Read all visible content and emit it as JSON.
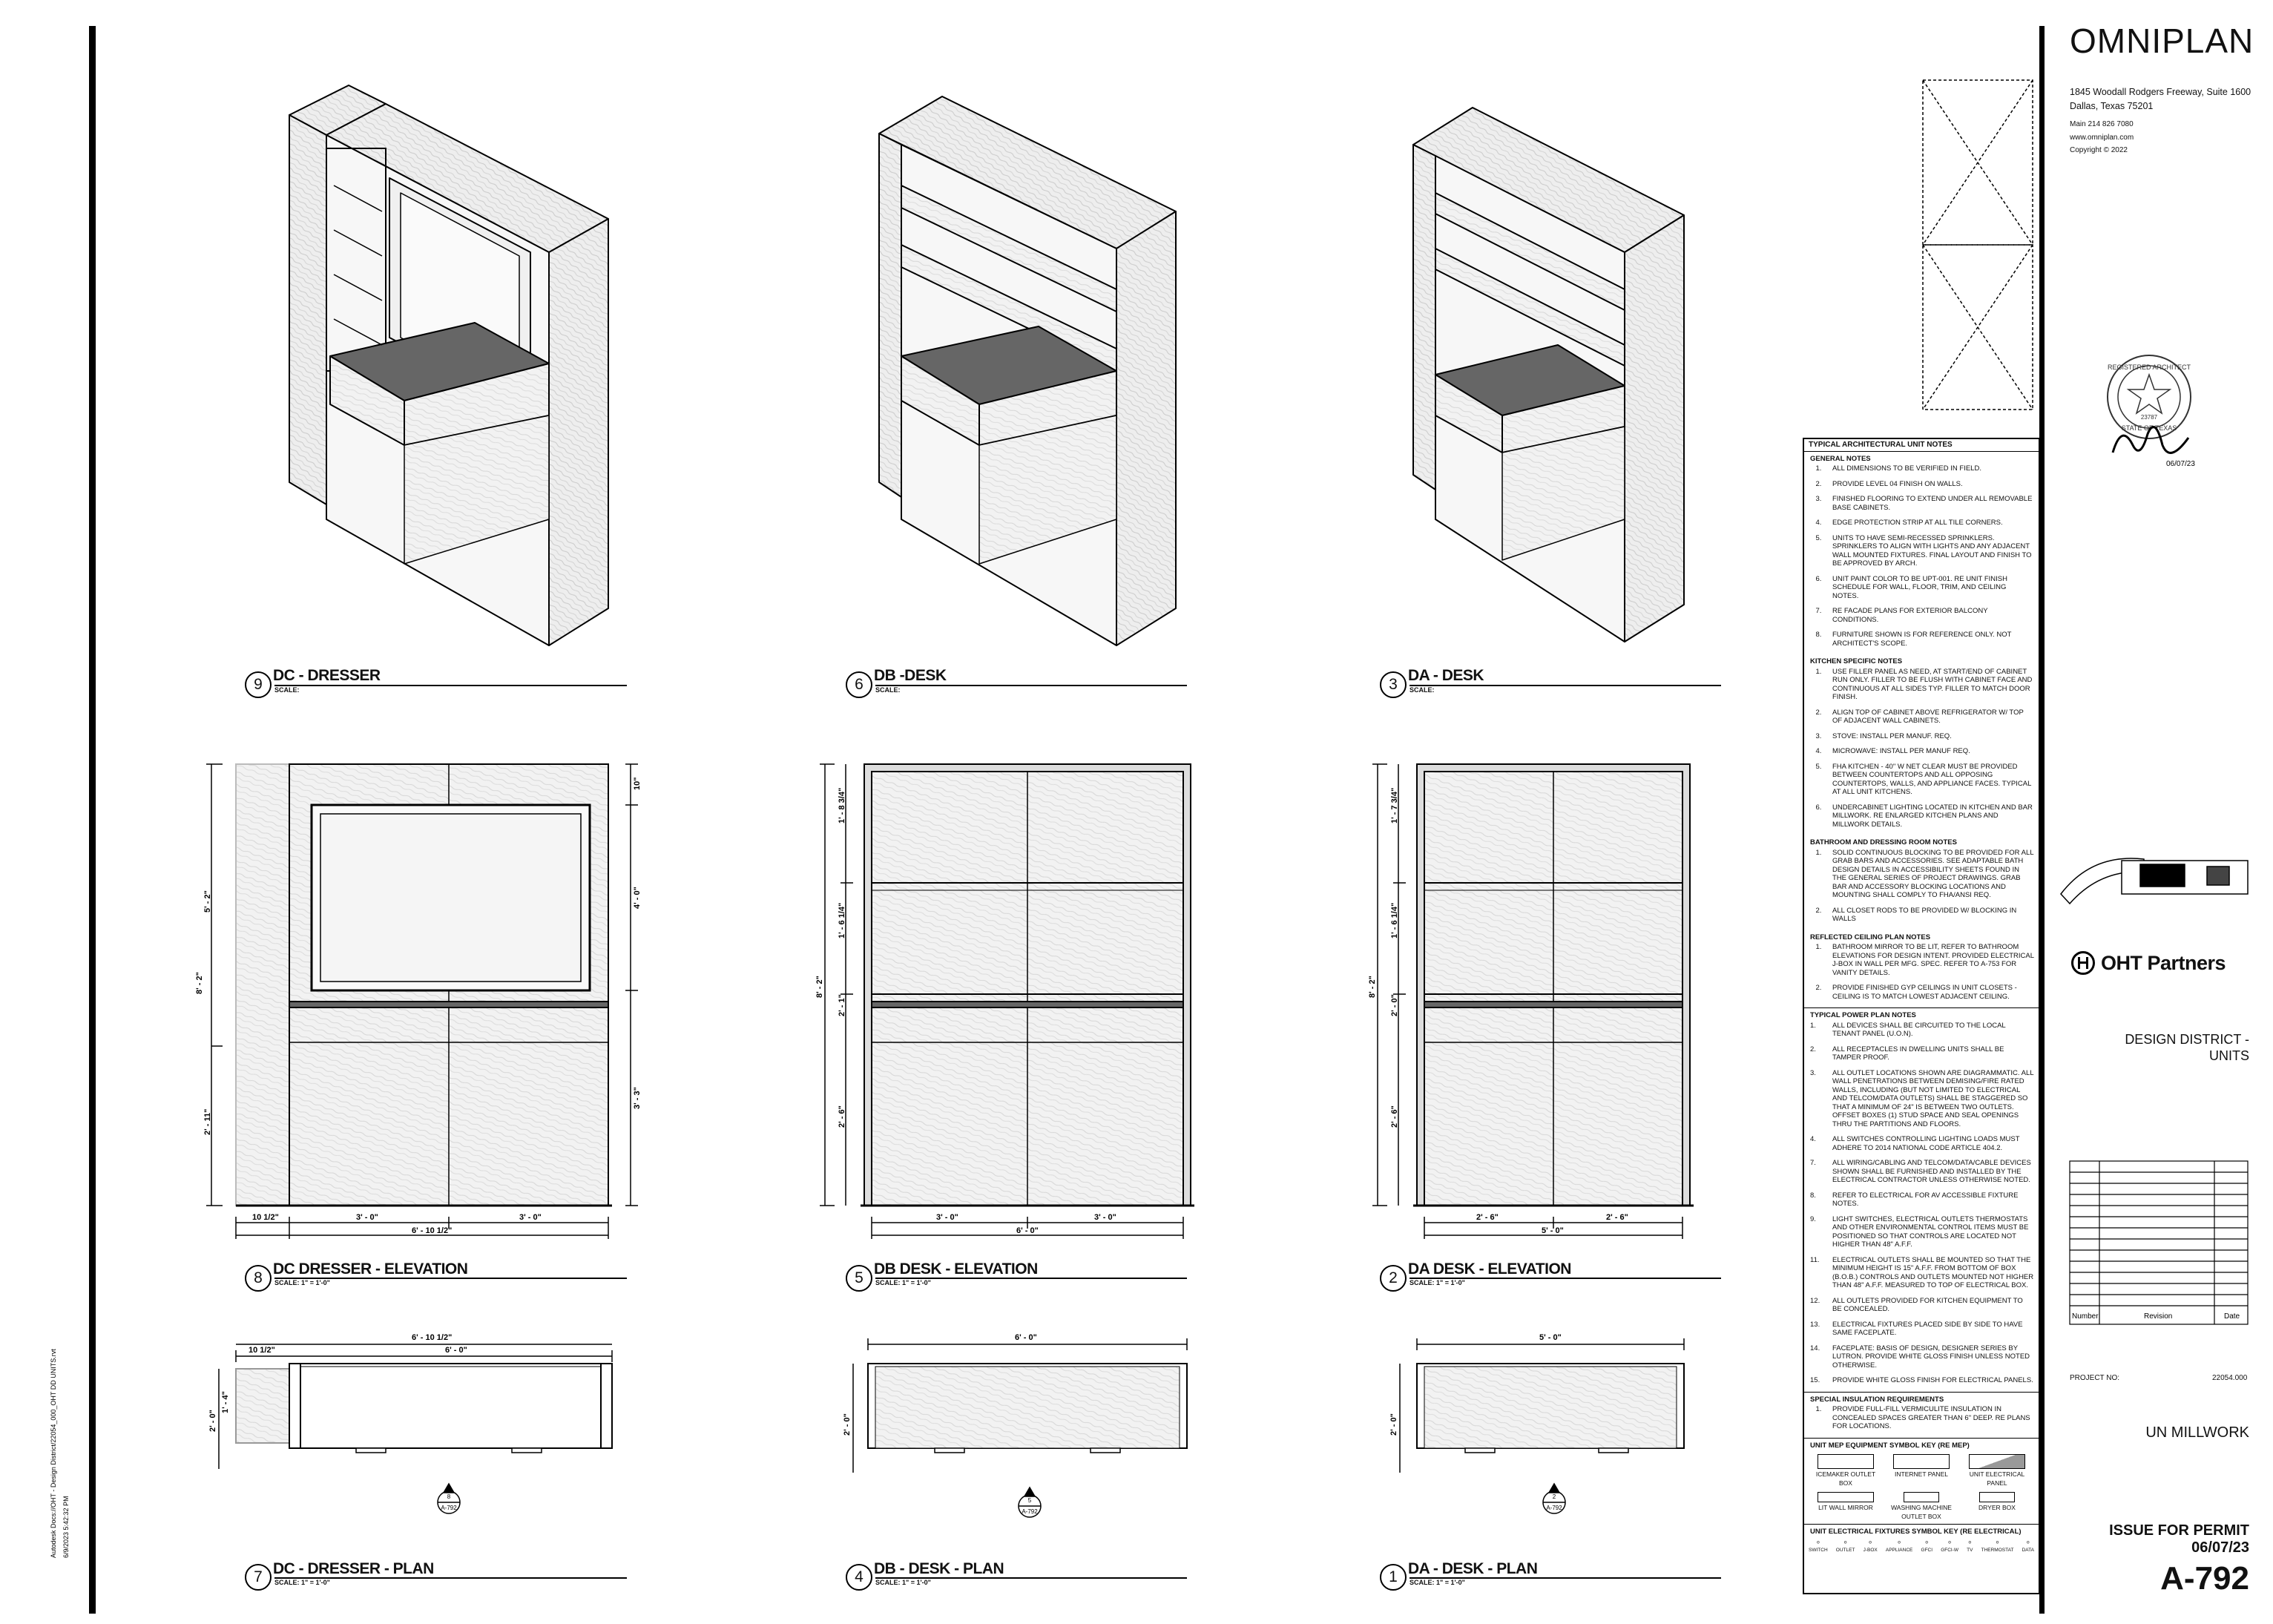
{
  "firm": {
    "name": "OMNIPLAN",
    "address_line1": "1845 Woodall Rodgers Freeway, Suite 1600",
    "address_line2": "Dallas, Texas 75201",
    "phone": "Main 214 826 7080",
    "web": "www.omniplan.com",
    "copyright": "Copyright © 2022"
  },
  "seal": {
    "text_top": "REGISTERED ARCHITECT",
    "text_bottom": "STATE OF TEXAS",
    "number": "23787",
    "date": "06/07/23"
  },
  "client": "OHT Partners",
  "project": {
    "name_line1": "DESIGN DISTRICT -",
    "name_line2": "UNITS",
    "number_label": "PROJECT NO:",
    "number": "22054.000"
  },
  "revision_table": {
    "headers": [
      "Number",
      "Revision",
      "Date"
    ]
  },
  "sheet": {
    "title": "UN MILLWORK",
    "issue": "ISSUE FOR PERMIT",
    "issue_date": "06/07/23",
    "number": "A-792"
  },
  "side_text": {
    "line1": "Autodesk Docs://OHT - Design District/22054_000_OHT DD UNITS.rvt",
    "line2": "6/9/2023 5:42:32 PM"
  },
  "views": {
    "v9": {
      "num": "9",
      "title": "DC - DRESSER",
      "scale": "SCALE:"
    },
    "v6": {
      "num": "6",
      "title": "DB -DESK",
      "scale": "SCALE:"
    },
    "v3": {
      "num": "3",
      "title": "DA - DESK",
      "scale": "SCALE:"
    },
    "v8": {
      "num": "8",
      "title": "DC DRESSER - ELEVATION",
      "scale": "SCALE: 1\" = 1'-0\""
    },
    "v5": {
      "num": "5",
      "title": "DB DESK - ELEVATION",
      "scale": "SCALE: 1\" = 1'-0\""
    },
    "v2": {
      "num": "2",
      "title": "DA DESK - ELEVATION",
      "scale": "SCALE: 1\" = 1'-0\""
    },
    "v7": {
      "num": "7",
      "title": "DC - DRESSER - PLAN",
      "scale": "SCALE: 1\" = 1'-0\""
    },
    "v4": {
      "num": "4",
      "title": "DB - DESK - PLAN",
      "scale": "SCALE: 1\" = 1'-0\""
    },
    "v1": {
      "num": "1",
      "title": "DA - DESK - PLAN",
      "scale": "SCALE: 1\" = 1'-0\""
    }
  },
  "dims": {
    "dc_overall_h": "8' - 2\"",
    "dc_upper_h": "5' - 2\"",
    "dc_lower_h": "2' - 11\"",
    "dc_top": "10\"",
    "dc_mirror": "4' - 0\"",
    "dc_base": "3' - 3\"",
    "dc_w1": "10 1/2\"",
    "dc_w2": "3' - 0\"",
    "dc_w3": "3' - 0\"",
    "dc_overall_w": "6' - 10 1/2\"",
    "db_h1": "1' - 8 3/4\"",
    "db_h2": "1' - 6 1/4\"",
    "db_h3": "2' - 1\"",
    "db_h4": "2' - 6\"",
    "db_overall_h": "8' - 2\"",
    "db_w1": "3' - 0\"",
    "db_w2": "3' - 0\"",
    "db_overall_w": "6' - 0\"",
    "da_h1": "1' - 7 3/4\"",
    "da_h2": "1' - 6 1/4\"",
    "da_h3": "2' - 0\"",
    "da_h4": "2' - 6\"",
    "da_overall_h": "8' - 2\"",
    "da_w1": "2' - 6\"",
    "da_w2": "2' - 6\"",
    "da_overall_w": "5' - 0\"",
    "dc_plan_w": "6' - 10 1/2\"",
    "dc_plan_w2": "6' - 0\"",
    "dc_plan_left": "10 1/2\"",
    "dc_plan_d": "2' - 0\"",
    "dc_plan_d2": "1' - 4\"",
    "db_plan_w": "6' - 0\"",
    "db_plan_d": "2' - 0\"",
    "da_plan_w": "5' - 0\"",
    "da_plan_d": "2' - 0\"",
    "plan_tag_8": "8",
    "plan_tag_5": "5",
    "plan_tag_2": "2",
    "plan_tag_sheet": "A-792"
  },
  "notes": {
    "header": "TYPICAL ARCHITECTURAL UNIT NOTES",
    "general_title": "GENERAL NOTES",
    "general": [
      "ALL DIMENSIONS TO BE VERIFIED IN FIELD.",
      "PROVIDE LEVEL 04 FINISH ON WALLS.",
      "FINISHED FLOORING TO EXTEND UNDER ALL REMOVABLE BASE CABINETS.",
      "EDGE PROTECTION STRIP AT ALL TILE CORNERS.",
      "UNITS TO HAVE SEMI-RECESSED SPRINKLERS. SPRINKLERS TO ALIGN WITH LIGHTS AND ANY ADJACENT WALL MOUNTED FIXTURES. FINAL LAYOUT AND FINISH TO BE APPROVED BY ARCH.",
      "UNIT PAINT COLOR TO BE UPT-001. RE UNIT FINISH SCHEDULE FOR WALL, FLOOR, TRIM, AND CEILING NOTES.",
      "RE FACADE PLANS FOR EXTERIOR BALCONY CONDITIONS.",
      "FURNITURE SHOWN IS FOR REFERENCE ONLY. NOT ARCHITECT'S SCOPE."
    ],
    "kitchen_title": "KITCHEN SPECIFIC NOTES",
    "kitchen": [
      "USE FILLER PANEL AS NEED, AT START/END OF CABINET RUN ONLY. FILLER TO BE FLUSH WITH CABINET FACE AND CONTINUOUS AT ALL SIDES TYP. FILLER TO MATCH DOOR FINISH.",
      "ALIGN TOP OF CABINET ABOVE REFRIGERATOR W/ TOP OF ADJACENT WALL CABINETS.",
      "STOVE: INSTALL PER MANUF. REQ.",
      "MICROWAVE: INSTALL PER MANUF REQ.",
      "FHA KITCHEN - 40\" W NET CLEAR MUST BE PROVIDED BETWEEN COUNTERTOPS AND ALL OPPOSING COUNTERTOPS, WALLS, AND APPLIANCE FACES. TYPICAL AT ALL UNIT KITCHENS.",
      "UNDERCABINET LIGHTING LOCATED IN KITCHEN AND BAR MILLWORK. RE ENLARGED KITCHEN PLANS AND MILLWORK DETAILS."
    ],
    "bath_title": "BATHROOM AND DRESSING ROOM NOTES",
    "bath": [
      "SOLID CONTINUOUS BLOCKING TO BE PROVIDED FOR ALL GRAB BARS AND ACCESSORIES. SEE ADAPTABLE BATH DESIGN DETAILS IN ACCESSIBILITY SHEETS FOUND IN THE GENERAL SERIES OF PROJECT DRAWINGS. GRAB BAR AND ACCESSORY BLOCKING LOCATIONS AND MOUNTING SHALL COMPLY TO FHA/ANSI REQ.",
      "ALL CLOSET RODS TO BE PROVIDED W/ BLOCKING IN WALLS"
    ],
    "rcp_title": "REFLECTED CEILING PLAN NOTES",
    "rcp": [
      "BATHROOM MIRROR TO BE LIT, REFER TO BATHROOM ELEVATIONS FOR DESIGN INTENT. PROVIDED ELECTRICAL J-BOX IN WALL PER MFG. SPEC. REFER TO A-753 FOR VANITY DETAILS.",
      "PROVIDE FINISHED GYP CEILINGS IN UNIT CLOSETS - CEILING IS TO MATCH LOWEST ADJACENT CEILING."
    ],
    "power_title": "TYPICAL POWER PLAN NOTES",
    "power": [
      "ALL DEVICES SHALL BE CIRCUITED TO THE LOCAL TENANT PANEL (U.O.N).",
      "ALL RECEPTACLES IN DWELLING UNITS SHALL BE TAMPER PROOF.",
      "ALL OUTLET LOCATIONS SHOWN ARE DIAGRAMMATIC. ALL WALL PENETRATIONS BETWEEN DEMISING/FIRE RATED WALLS, INCLUDING (BUT NOT LIMITED TO ELECTRICAL AND TELCOM/DATA OUTLETS) SHALL BE STAGGERED SO THAT A MINIMUM OF 24\" IS BETWEEN TWO OUTLETS. OFFSET BOXES (1) STUD SPACE AND SEAL OPENINGS THRU THE PARTITIONS AND FLOORS.",
      "ALL SWITCHES CONTROLLING LIGHTING LOADS MUST ADHERE TO 2014 NATIONAL CODE ARTICLE 404.2.",
      "ALL WIRING/CABLING AND TELCOM/DATA/CABLE DEVICES SHOWN SHALL BE FURNISHED AND INSTALLED BY THE ELECTRICAL CONTRACTOR UNLESS OTHERWISE NOTED.",
      "REFER TO ELECTRICAL FOR AV ACCESSIBLE FIXTURE NOTES.",
      "LIGHT SWITCHES, ELECTRICAL OUTLETS THERMOSTATS AND OTHER ENVIRONMENTAL CONTROL ITEMS MUST BE POSITIONED SO THAT CONTROLS ARE LOCATED NOT HIGHER THAN 48\" A.F.F.",
      "ELECTRICAL OUTLETS SHALL BE MOUNTED SO THAT THE MINIMUM HEIGHT IS 15\" A.F.F. FROM BOTTOM OF BOX (B.O.B.) CONTROLS AND OUTLETS MOUNTED NOT HIGHER THAN 48\" A.F.F. MEASURED TO TOP OF ELECTRICAL BOX.",
      "ALL OUTLETS PROVIDED FOR KITCHEN EQUIPMENT TO BE CONCEALED.",
      "ELECTRICAL FIXTURES PLACED SIDE BY SIDE TO HAVE SAME FACEPLATE.",
      "FACEPLATE: BASIS OF DESIGN, DESIGNER SERIES BY LUTRON. PROVIDE WHITE GLOSS FINISH UNLESS NOTED OTHERWISE.",
      "PROVIDE WHITE GLOSS FINISH FOR ELECTRICAL PANELS."
    ],
    "power_numbers": [
      "1.",
      "2.",
      "3.",
      "4.",
      "7.",
      "8.",
      "9.",
      "11.",
      "12.",
      "13.",
      "14.",
      "15."
    ],
    "insulation_title": "SPECIAL INSULATION REQUIREMENTS",
    "insulation": [
      "PROVIDE FULL-FILL VERMICULITE INSULATION IN CONCEALED SPACES GREATER THAN 6\" DEEP. RE PLANS FOR LOCATIONS."
    ],
    "mep_title": "UNIT MEP EQUIPMENT SYMBOL KEY (RE MEP)",
    "mep": [
      "ICEMAKER OUTLET BOX",
      "INTERNET PANEL",
      "UNIT ELECTRICAL PANEL",
      "LIT WALL MIRROR",
      "WASHING MACHINE OUTLET BOX",
      "DRYER BOX"
    ],
    "elec_title": "UNIT ELECTRICAL FIXTURES SYMBOL KEY (RE ELECTRICAL)",
    "elec": [
      "SWITCH",
      "OUTLET",
      "J-BOX",
      "APPLIANCE",
      "GFCI",
      "GFCI-W",
      "TV",
      "THERMOSTAT",
      "DATA"
    ]
  }
}
